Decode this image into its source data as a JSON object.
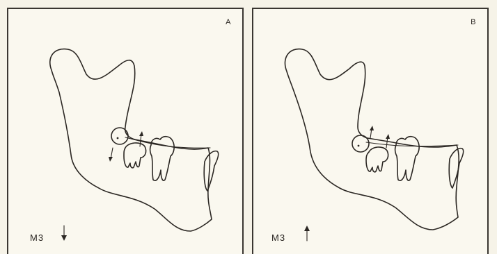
{
  "panels": [
    {
      "letter": "A",
      "label_main": "M",
      "label_sub": "3",
      "direction": "down"
    },
    {
      "letter": "B",
      "label_main": "M",
      "label_sub": "3",
      "direction": "up"
    }
  ]
}
